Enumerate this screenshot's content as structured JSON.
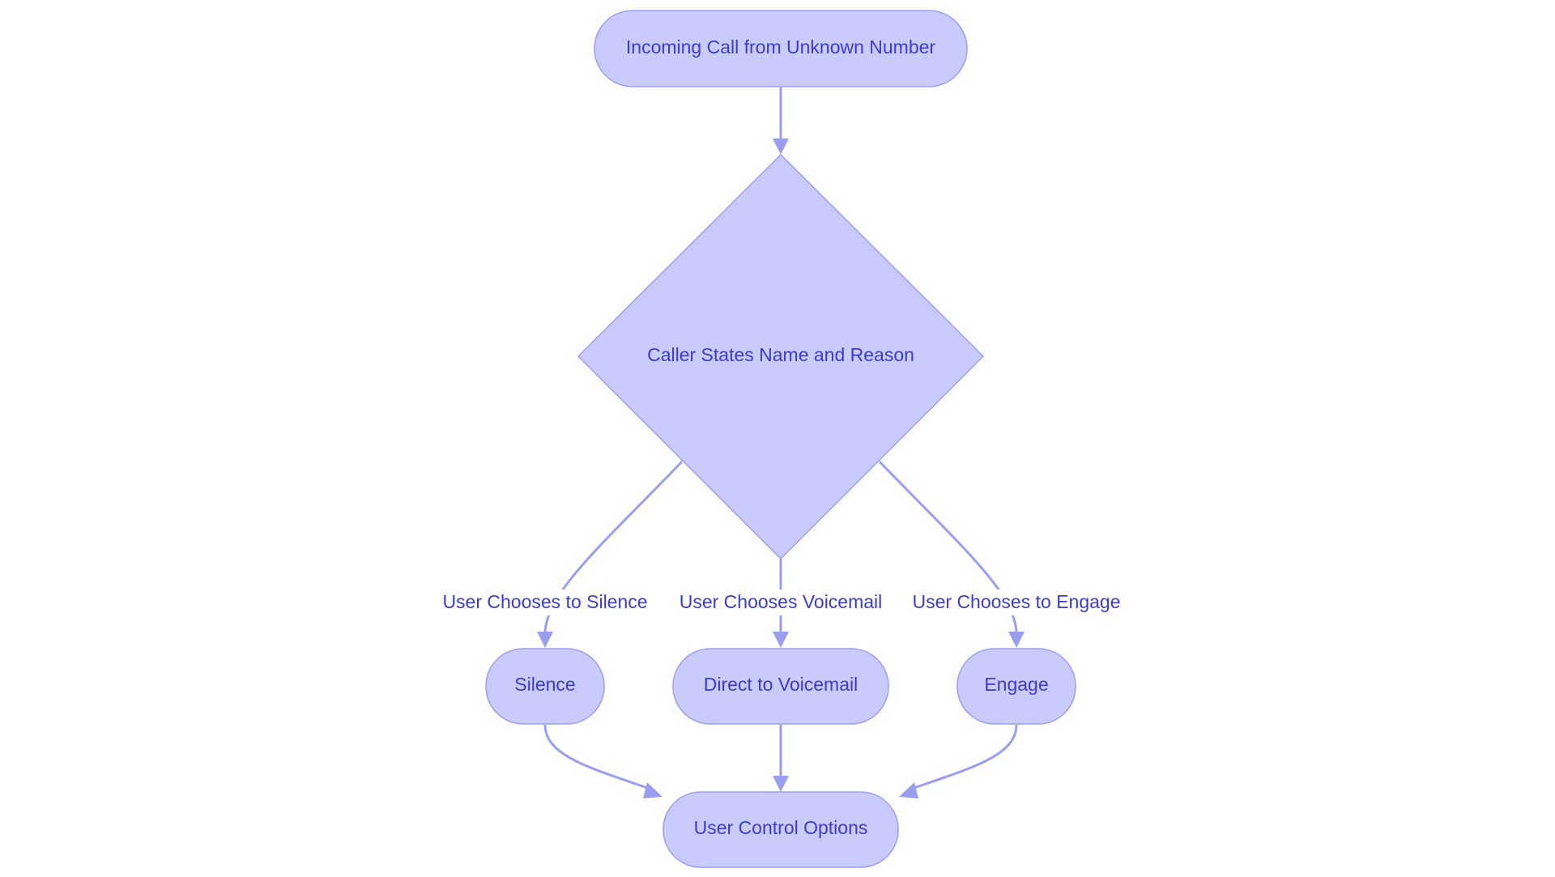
{
  "diagram": {
    "colors": {
      "node_fill": "#c9cbfd",
      "node_stroke": "#9b9ef0",
      "edge": "#9b9ef0",
      "text": "#3c3ccc",
      "background": "#ffffff"
    },
    "nodes": {
      "incoming": {
        "label": "Incoming Call from Unknown Number",
        "shape": "stadium"
      },
      "decision": {
        "label": "Caller States Name and Reason",
        "shape": "diamond"
      },
      "silence": {
        "label": "Silence",
        "shape": "stadium"
      },
      "voicemail": {
        "label": "Direct to Voicemail",
        "shape": "stadium"
      },
      "engage": {
        "label": "Engage",
        "shape": "stadium"
      },
      "control": {
        "label": "User Control Options",
        "shape": "stadium"
      }
    },
    "edges": {
      "incoming_to_decision": {
        "from": "incoming",
        "to": "decision",
        "label": ""
      },
      "decision_to_silence": {
        "from": "decision",
        "to": "silence",
        "label": "User Chooses to Silence"
      },
      "decision_to_voicemail": {
        "from": "decision",
        "to": "voicemail",
        "label": "User Chooses Voicemail"
      },
      "decision_to_engage": {
        "from": "decision",
        "to": "engage",
        "label": "User Chooses to Engage"
      },
      "silence_to_control": {
        "from": "silence",
        "to": "control",
        "label": ""
      },
      "voicemail_to_control": {
        "from": "voicemail",
        "to": "control",
        "label": ""
      },
      "engage_to_control": {
        "from": "engage",
        "to": "control",
        "label": ""
      }
    }
  }
}
